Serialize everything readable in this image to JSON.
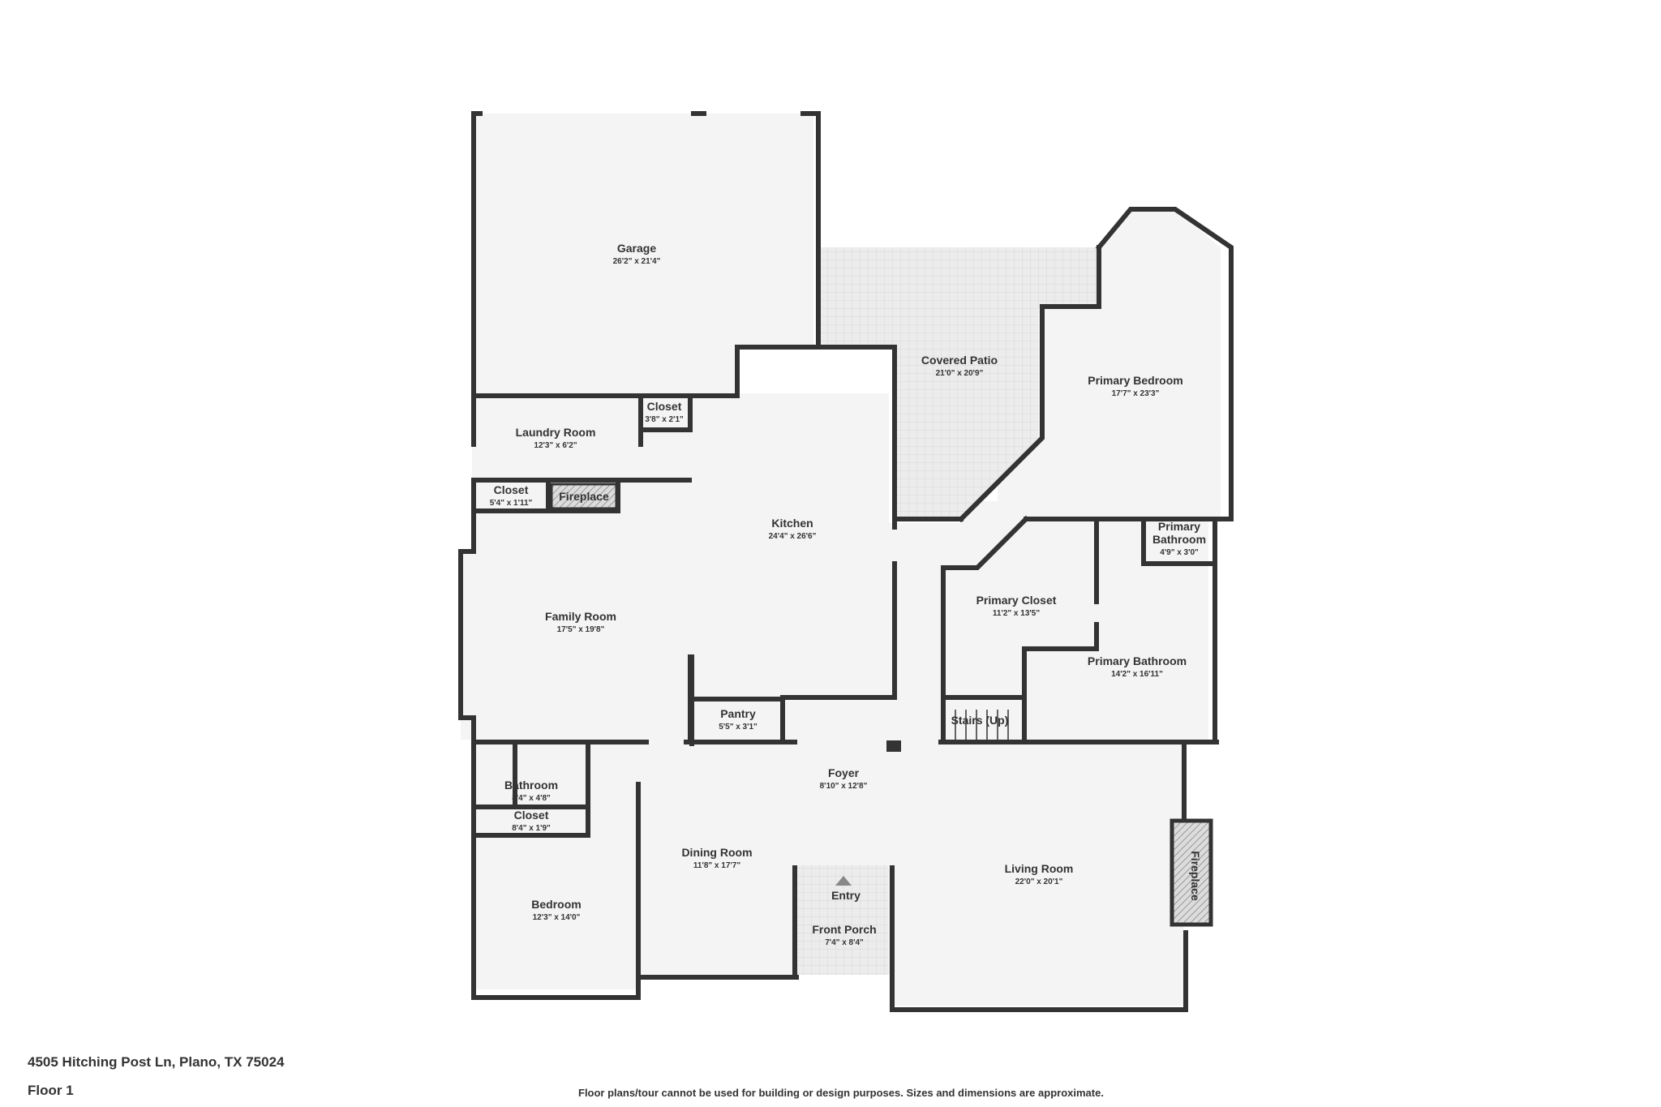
{
  "address": "4505 Hitching Post Ln, Plano, TX 75024",
  "floor_label": "Floor 1",
  "disclaimer": "Floor plans/tour cannot be used for building or design purposes. Sizes and dimensions are approximate.",
  "colors": {
    "wall": "#333333",
    "floor": "#f4f4f4",
    "patio": "#e6e6e6",
    "fireplace": "#cfcfcf"
  },
  "rooms": {
    "garage": {
      "name": "Garage",
      "dim": "26'2\" x 21'4\""
    },
    "covered_patio": {
      "name": "Covered Patio",
      "dim": "21'0\" x 20'9\""
    },
    "primary_bedroom": {
      "name": "Primary Bedroom",
      "dim": "17'7\" x 23'3\""
    },
    "closet_small": {
      "name": "Closet",
      "dim": "3'8\" x 2'1\""
    },
    "laundry_room": {
      "name": "Laundry Room",
      "dim": "12'3\" x 6'2\""
    },
    "closet_laundry": {
      "name": "Closet",
      "dim": "5'4\" x 1'11\""
    },
    "fireplace_family": {
      "name": "Fireplace"
    },
    "kitchen": {
      "name": "Kitchen",
      "dim": "24'4\" x 26'6\""
    },
    "primary_bathroom_small": {
      "name_line1": "Primary",
      "name_line2": "Bathroom",
      "dim": "4'9\" x 3'0\""
    },
    "primary_closet": {
      "name": "Primary Closet",
      "dim": "11'2\" x 13'5\""
    },
    "family_room": {
      "name": "Family Room",
      "dim": "17'5\" x 19'8\""
    },
    "primary_bathroom": {
      "name": "Primary Bathroom",
      "dim": "14'2\" x 16'11\""
    },
    "pantry": {
      "name": "Pantry",
      "dim": "5'5\" x 3'1\""
    },
    "stairs": {
      "name": "Stairs (Up)"
    },
    "foyer": {
      "name": "Foyer",
      "dim": "8'10\" x 12'8\""
    },
    "bathroom": {
      "name": "Bathroom",
      "dim": "8'4\" x 4'8\""
    },
    "closet_bedroom": {
      "name": "Closet",
      "dim": "8'4\" x 1'9\""
    },
    "dining_room": {
      "name": "Dining Room",
      "dim": "11'8\" x 17'7\""
    },
    "entry": {
      "name": "Entry"
    },
    "living_room": {
      "name": "Living Room",
      "dim": "22'0\" x 20'1\""
    },
    "fireplace_living": {
      "name": "Fireplace"
    },
    "bedroom": {
      "name": "Bedroom",
      "dim": "12'3\" x 14'0\""
    },
    "front_porch": {
      "name": "Front Porch",
      "dim": "7'4\" x 8'4\""
    }
  }
}
